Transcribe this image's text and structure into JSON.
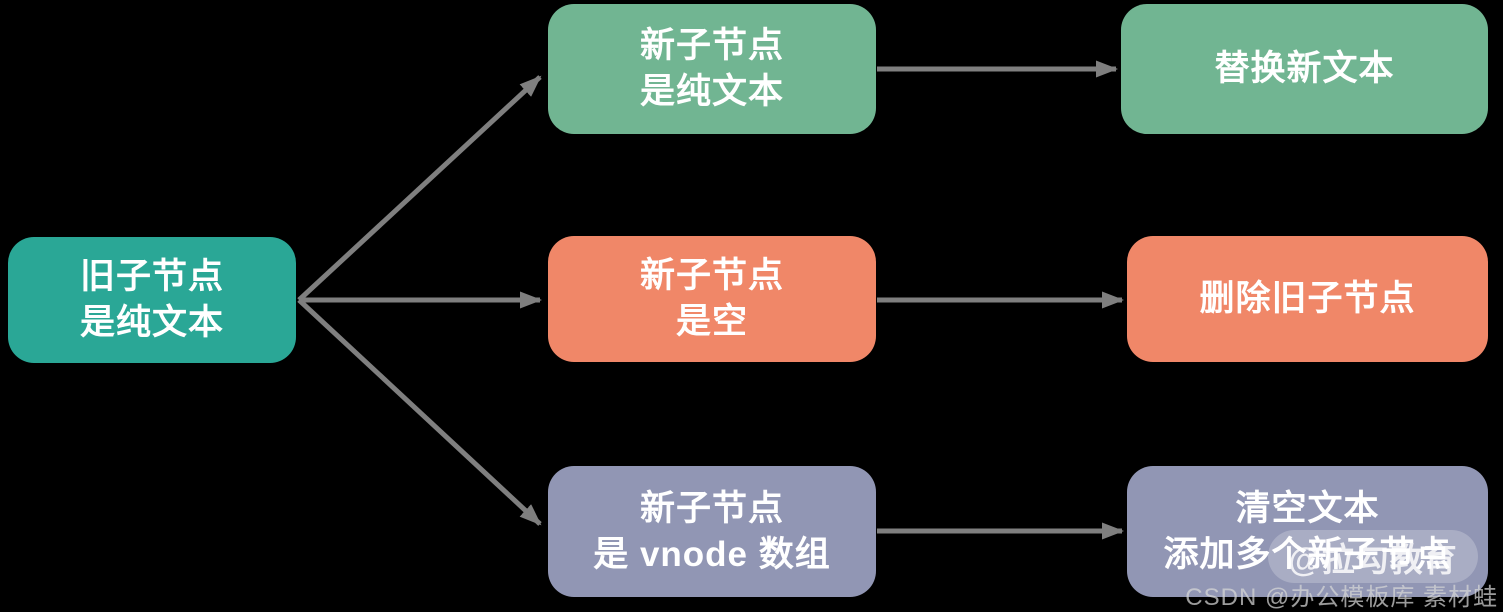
{
  "colors": {
    "background": "#000000",
    "arrow": "#7F7F7F",
    "teal": "#2AA796",
    "green": "#71B592",
    "coral": "#F08768",
    "purple": "#9196B4"
  },
  "flowchart": {
    "arrow_color": "#7F7F7F",
    "root": {
      "color": "#2AA796",
      "lines": [
        "旧子节点",
        "是纯文本"
      ]
    },
    "branches": [
      {
        "condition": {
          "color": "#71B592",
          "lines": [
            "新子节点",
            "是纯文本"
          ]
        },
        "result": {
          "color": "#71B592",
          "lines": [
            "替换新文本"
          ]
        }
      },
      {
        "condition": {
          "color": "#F08768",
          "lines": [
            "新子节点",
            "是空"
          ]
        },
        "result": {
          "color": "#F08768",
          "lines": [
            "删除旧子节点"
          ]
        }
      },
      {
        "condition": {
          "color": "#9196B4",
          "lines": [
            "新子节点",
            "是 vnode 数组"
          ]
        },
        "result": {
          "color": "#9196B4",
          "lines": [
            "清空文本",
            "添加多个新子节点"
          ]
        }
      }
    ]
  },
  "watermark": {
    "badge": "@拉勾教育",
    "credit": "CSDN @办公模板库 素材蛙"
  }
}
